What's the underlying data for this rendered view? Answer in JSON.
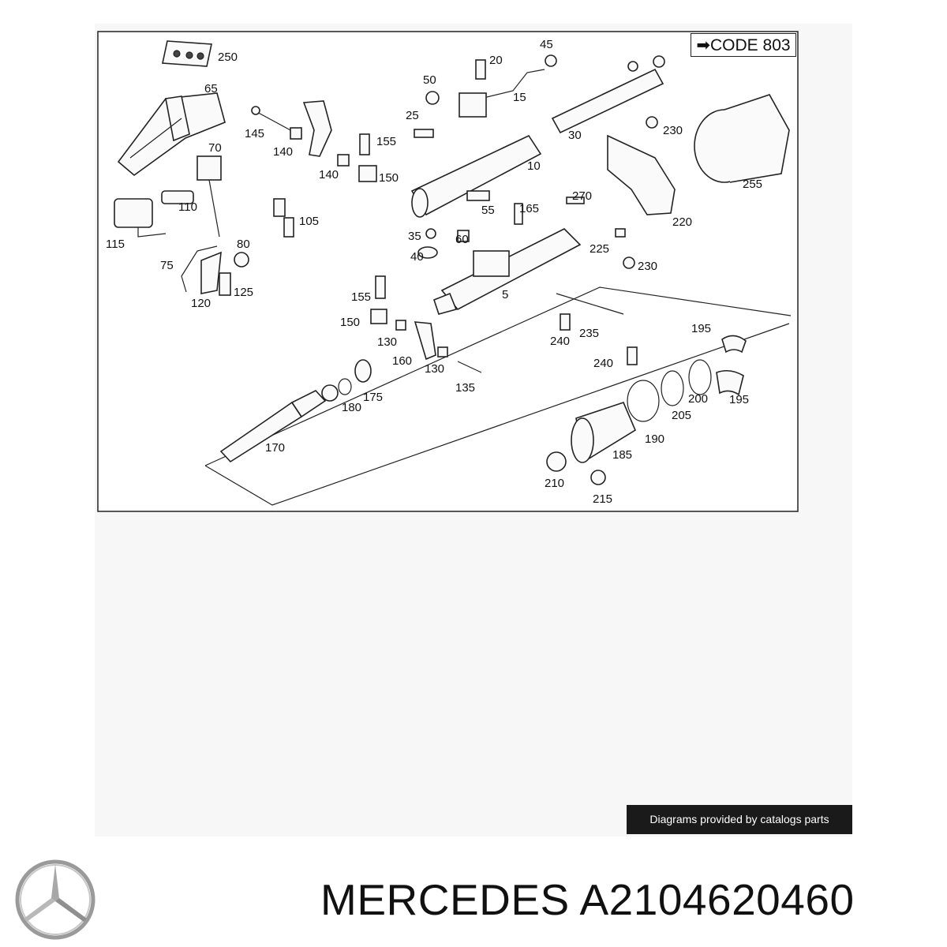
{
  "diagram": {
    "code_label": "➡CODE 803",
    "callouts": [
      "250",
      "65",
      "70",
      "145",
      "140",
      "140",
      "150",
      "155",
      "110",
      "115",
      "80",
      "75",
      "125",
      "120",
      "105",
      "45",
      "20",
      "50",
      "15",
      "25",
      "10",
      "30",
      "230",
      "255",
      "55",
      "165",
      "270",
      "35",
      "60",
      "40",
      "220",
      "225",
      "230",
      "5",
      "155",
      "150",
      "130",
      "160",
      "130",
      "135",
      "240",
      "235",
      "240",
      "195",
      "200",
      "195",
      "205",
      "190",
      "185",
      "210",
      "215",
      "175",
      "180",
      "170"
    ]
  },
  "credit": {
    "text": "Diagrams provided by catalogs parts"
  },
  "caption": {
    "text": "MERCEDES A2104620460"
  }
}
